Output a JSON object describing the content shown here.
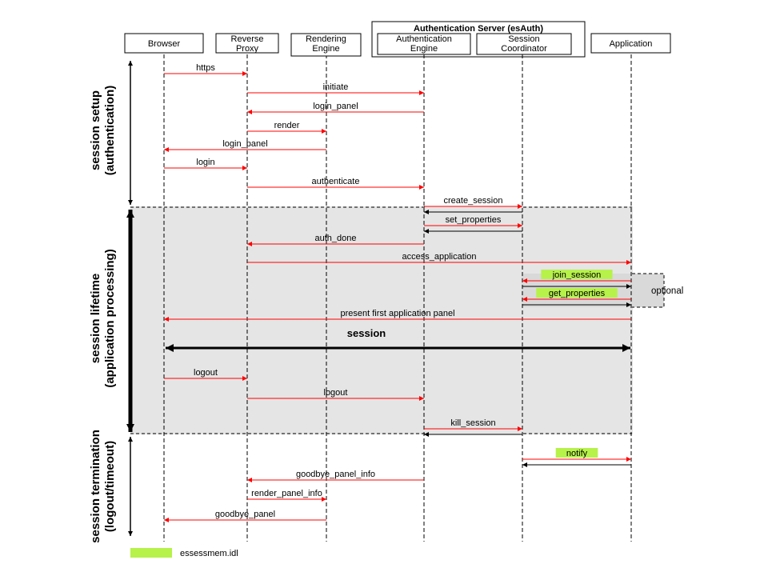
{
  "server_group": {
    "title": "Authentication Server (esAuth)"
  },
  "participants": [
    {
      "id": "browser",
      "label": "Browser"
    },
    {
      "id": "proxy",
      "label": "Reverse\nProxy"
    },
    {
      "id": "render",
      "label": "Rendering\nEngine"
    },
    {
      "id": "auth",
      "label": "Authentication\nEngine"
    },
    {
      "id": "coord",
      "label": "Session\nCoordinator"
    },
    {
      "id": "app",
      "label": "Application"
    }
  ],
  "phases": [
    {
      "label": "session setup\n(authentication)"
    },
    {
      "label": "session lifetime\n(application processing)"
    },
    {
      "label": "session termination\n(logout/timeout)"
    }
  ],
  "messages": [
    {
      "label": "https",
      "from": "browser",
      "to": "proxy"
    },
    {
      "label": "initiate",
      "from": "proxy",
      "to": "auth"
    },
    {
      "label": "login_panel",
      "from": "auth",
      "to": "proxy"
    },
    {
      "label": "render",
      "from": "proxy",
      "to": "render"
    },
    {
      "label": "login_panel",
      "from": "render",
      "to": "browser"
    },
    {
      "label": "login",
      "from": "browser",
      "to": "proxy"
    },
    {
      "label": "authenticate",
      "from": "proxy",
      "to": "auth"
    },
    {
      "label": "create_session",
      "from": "auth",
      "to": "coord",
      "reply": true
    },
    {
      "label": "set_properties",
      "from": "auth",
      "to": "coord",
      "reply": true
    },
    {
      "label": "auth_done",
      "from": "auth",
      "to": "proxy"
    },
    {
      "label": "access_application",
      "from": "proxy",
      "to": "app"
    },
    {
      "label": "join_session",
      "from": "app",
      "to": "coord",
      "reply": true,
      "highlight": true
    },
    {
      "label": "get_properties",
      "from": "app",
      "to": "coord",
      "reply": true,
      "highlight": true
    },
    {
      "label": "present first application panel",
      "from": "app",
      "to": "browser"
    },
    {
      "label": "logout",
      "from": "browser",
      "to": "proxy"
    },
    {
      "label": "logout",
      "from": "proxy",
      "to": "auth"
    },
    {
      "label": "kill_session",
      "from": "auth",
      "to": "coord",
      "reply": true
    },
    {
      "label": "notify",
      "from": "coord",
      "to": "app",
      "reply": true,
      "highlight": true
    },
    {
      "label": "goodbye_panel_info",
      "from": "auth",
      "to": "proxy"
    },
    {
      "label": "render_panel_info",
      "from": "proxy",
      "to": "render"
    },
    {
      "label": "goodbye_panel",
      "from": "render",
      "to": "browser"
    }
  ],
  "session_bar": {
    "label": "session"
  },
  "optional_label": "optional",
  "legend": {
    "label": "essessmem.idl",
    "color": "#b6f24a"
  },
  "colors": {
    "message": "#ff0000",
    "reply": "#000000",
    "lifetime_bg": "#e5e5e5",
    "highlight": "#b6f24a"
  }
}
